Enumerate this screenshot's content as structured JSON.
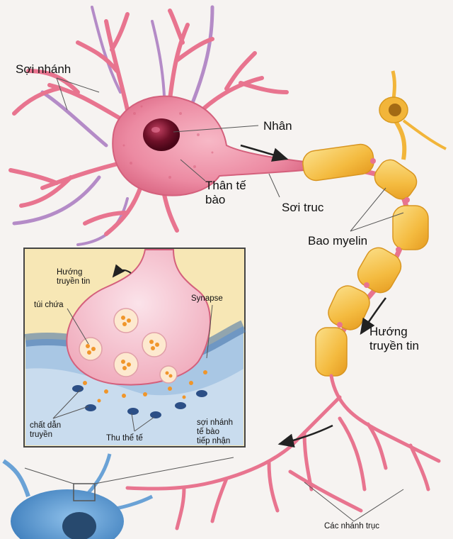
{
  "labels": {
    "dendrite": "Sợi nhánh",
    "nucleus": "Nhân",
    "cell_body_line1": "Thân tế",
    "cell_body_line2": "bào",
    "axon": "Sơi truc",
    "myelin": "Bao myelin",
    "direction_line1": "Hướng",
    "direction_line2": "truyền tin",
    "axon_terminals": "Các nhánh trục"
  },
  "inset": {
    "direction_line1": "Hướng",
    "direction_line2": "truyền tin",
    "vesicle": "túi chứa",
    "synapse": "Synapse",
    "neurotransmitter_line1": "chất dẫn",
    "neurotransmitter_line2": "truyền",
    "receptor": "Thu thể tế",
    "receiving_line1": "sợi nhánh",
    "receiving_line2": "tế bào",
    "receiving_line3": "tiếp nhận"
  },
  "colors": {
    "neuron_pink": "#e8748f",
    "neuron_light": "#f4b0bf",
    "dendrite_purple": "#b48bc7",
    "myelin": "#f2b53a",
    "myelin_light": "#f8d679",
    "receiving_blue": "#6aa2d6",
    "inset_yellow": "#f7e7b5"
  }
}
